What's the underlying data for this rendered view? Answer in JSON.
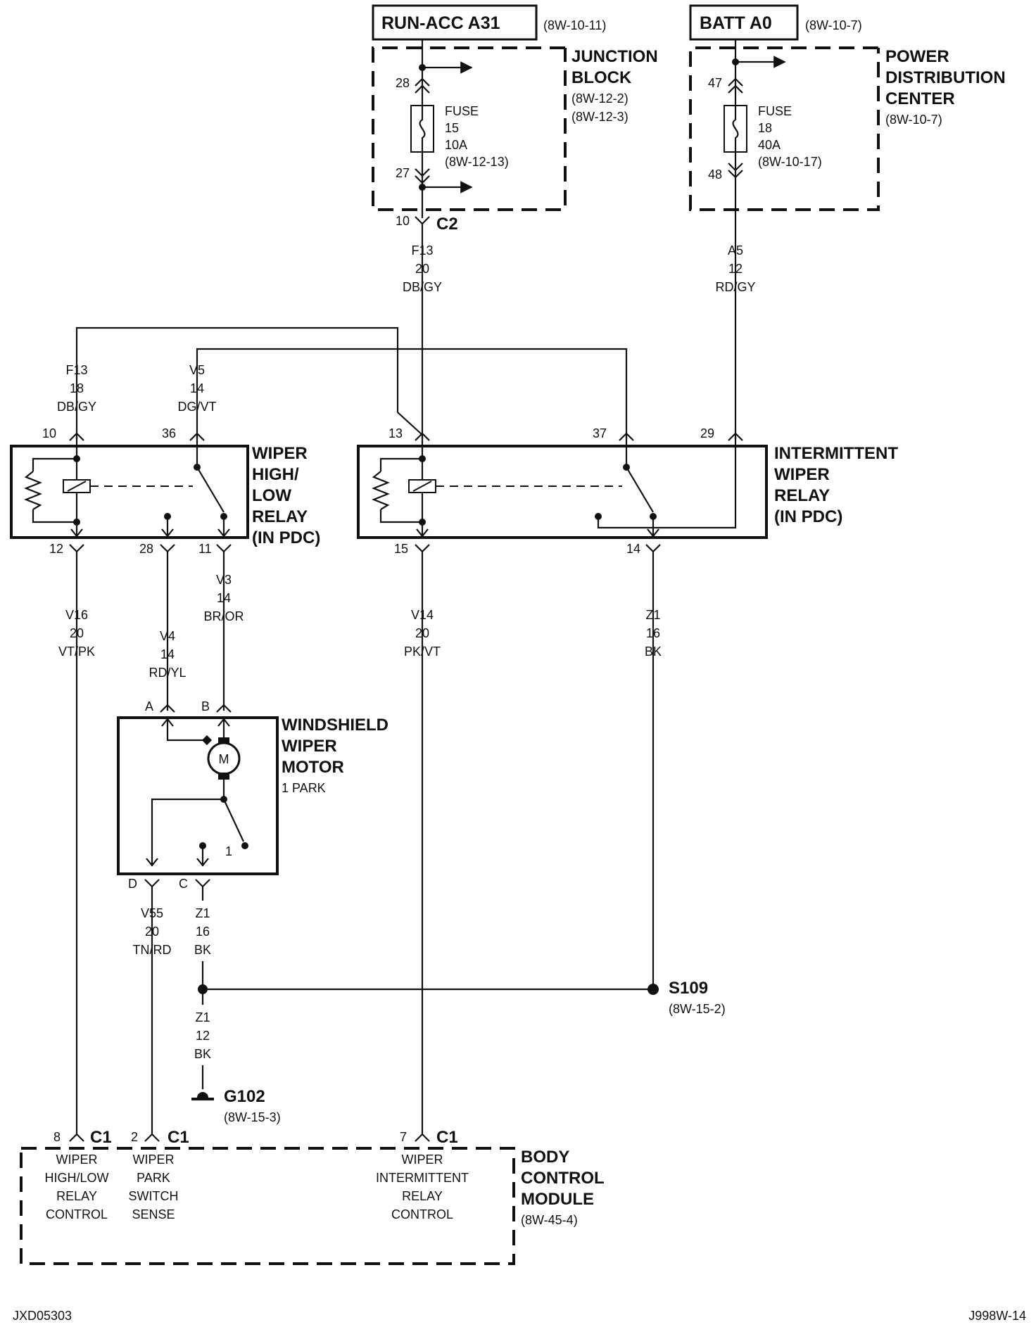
{
  "sources": {
    "run_acc": {
      "label": "RUN-ACC A31",
      "ref": "(8W-10-11)"
    },
    "batt": {
      "label": "BATT A0",
      "ref": "(8W-10-7)"
    }
  },
  "junction_block": {
    "name_line1": "JUNCTION",
    "name_line2": "BLOCK",
    "ref1": "(8W-12-2)",
    "ref2": "(8W-12-3)",
    "pin_in": "28",
    "pin_out": "27",
    "fuse": [
      "FUSE",
      "15",
      "10A",
      "(8W-12-13)"
    ],
    "out_pin": "10",
    "out_connector": "C2"
  },
  "pdc": {
    "name_line1": "POWER",
    "name_line2": "DISTRIBUTION",
    "name_line3": "CENTER",
    "ref": "(8W-10-7)",
    "pin_in": "47",
    "pin_out": "48",
    "fuse": [
      "FUSE",
      "18",
      "40A",
      "(8W-10-17)"
    ]
  },
  "wires": {
    "f13_main": [
      "F13",
      "20",
      "DB/GY"
    ],
    "a5": [
      "A5",
      "12",
      "RD/GY"
    ],
    "f13_branch": [
      "F13",
      "18",
      "DB/GY"
    ],
    "v5": [
      "V5",
      "14",
      "DG/VT"
    ],
    "v16": [
      "V16",
      "20",
      "VT/PK"
    ],
    "v4": [
      "V4",
      "14",
      "RD/YL"
    ],
    "v3": [
      "V3",
      "14",
      "BR/OR"
    ],
    "v14": [
      "V14",
      "20",
      "PK/VT"
    ],
    "z1_relay": [
      "Z1",
      "16",
      "BK"
    ],
    "v55": [
      "V55",
      "20",
      "TN/RD"
    ],
    "z1_motor": [
      "Z1",
      "16",
      "BK"
    ],
    "z1_ground": [
      "Z1",
      "12",
      "BK"
    ]
  },
  "hl_relay": {
    "name": [
      "WIPER",
      "HIGH/",
      "LOW",
      "RELAY",
      "(IN PDC)"
    ],
    "pins": {
      "top_left": "10",
      "top_right": "36",
      "bot_left": "12",
      "bot_mid": "28",
      "bot_right": "11"
    }
  },
  "int_relay": {
    "name": [
      "INTERMITTENT",
      "WIPER",
      "RELAY",
      "(IN PDC)"
    ],
    "pins": {
      "top_left": "13",
      "top_mid": "37",
      "top_right": "29",
      "bot_left": "15",
      "bot_right": "14"
    }
  },
  "motor": {
    "name": [
      "WINDSHIELD",
      "WIPER",
      "MOTOR"
    ],
    "note": "1 PARK",
    "symbol": "M",
    "park_contact": "1",
    "pins": {
      "a": "A",
      "b": "B",
      "d": "D",
      "c": "C"
    }
  },
  "splice": {
    "label": "S109",
    "ref": "(8W-15-2)"
  },
  "ground": {
    "label": "G102",
    "ref": "(8W-15-3)"
  },
  "bcm": {
    "name": [
      "BODY",
      "CONTROL",
      "MODULE"
    ],
    "ref": "(8W-45-4)",
    "connector": "C1",
    "pins": {
      "hl": "8",
      "park": "2",
      "int": "7"
    },
    "functions": {
      "hl": [
        "WIPER",
        "HIGH/LOW",
        "RELAY",
        "CONTROL"
      ],
      "park": [
        "WIPER",
        "PARK",
        "SWITCH",
        "SENSE"
      ],
      "int": [
        "WIPER",
        "INTERMITTENT",
        "RELAY",
        "CONTROL"
      ]
    }
  },
  "footer": {
    "left": "JXD05303",
    "right": "J998W-14"
  }
}
